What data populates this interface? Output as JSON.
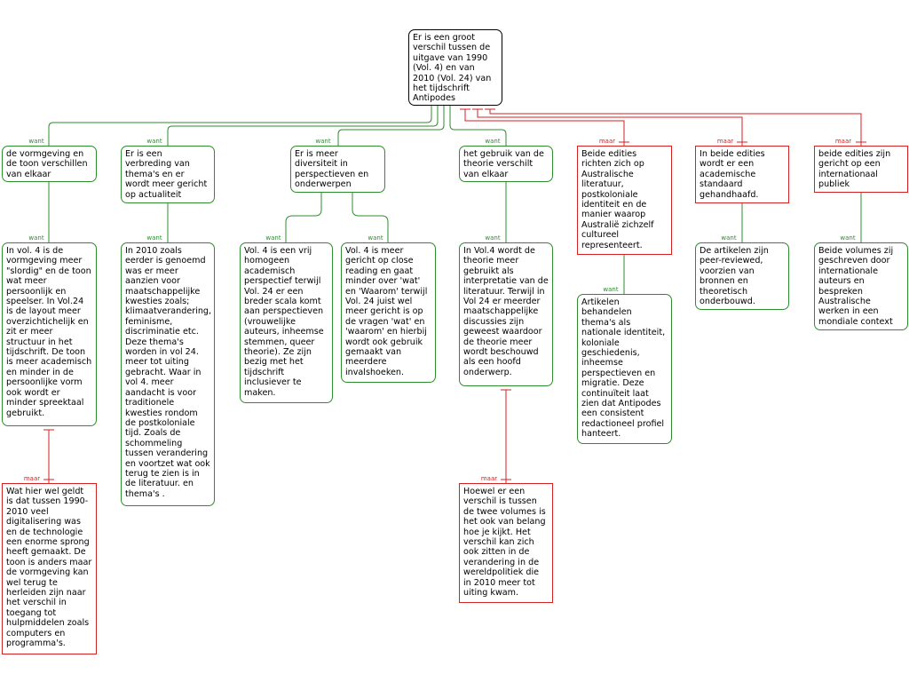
{
  "colors": {
    "pro": "#2e8b2e",
    "con": "#d42121",
    "root": "#000000"
  },
  "labels": {
    "pro": "want",
    "con": "maar"
  },
  "nodes": {
    "root": "Er is een groot verschil tussen de uitgave van 1990 (Vol. 4) en van 2010 (Vol. 24) van het tijdschrift Antipodes",
    "r1": "de vormgeving en de toon verschillen van elkaar",
    "r1a": "In vol. 4 is de vormgeving meer \"slordig\" en de toon wat meer persoonlijk en speelser. In Vol.24 is de layout meer overzichtichelijk en zit er meer structuur in het tijdschrift. De toon is meer academisch en minder in de persoonlijke vorm ook wordt er minder spreektaal gebruikt.",
    "r1a_obj": "Wat hier wel geldt is dat tussen 1990-2010 veel digitalisering was en de technologie een enorme sprong heeft gemaakt. De toon is anders maar de vormgeving kan wel terug te herleiden zijn naar het verschil in toegang tot hulpmiddelen zoals computers en programma's.",
    "r2": "Er is een verbreding van thema's en er wordt meer gericht op actualiteit",
    "r2a": "In 2010 zoals eerder is genoemd was er meer aanzien voor maatschappelijke kwesties zoals; klimaatverandering, feminisme, discriminatie etc. Deze thema's worden in vol 24. meer tot uiting gebracht. Waar in vol 4. meer aandacht is voor traditionele kwesties rondom de postkoloniale tijd. Zoals de schommeling tussen verandering en voortzet wat ook terug te zien is in de literatuur. en thema's .",
    "r3": "Er is meer diversiteit in perspectieven en onderwerpen",
    "r3a": "Vol. 4 is een vrij homogeen academisch perspectief terwijl Vol. 24 er een breder scala komt aan perspectieven (vrouwelijke auteurs, inheemse stemmen, queer theorie). Ze zijn bezig met het tijdschrift inclusiever te maken.",
    "r3b": "Vol. 4 is meer gericht op close reading en gaat minder over 'wat' en 'Waarom' terwijl Vol. 24 juist wel meer gericht is op de vragen 'wat' en 'waarom' en hierbij wordt ook gebruik gemaakt van meerdere invalshoeken.",
    "r4": "het gebruik van de theorie verschilt van elkaar",
    "r4a": "In Vol.4 wordt de theorie meer gebruikt als interpretatie van de literatuur. Terwijl in Vol 24 er meerder maatschappelijke discussies zijn geweest waardoor de theorie meer wordt beschouwd als een hoofd onderwerp.",
    "r4a_obj": "Hoewel er een verschil is tussen de twee volumes is het ook van belang hoe je kijkt. Het verschil kan zich ook zitten in de verandering in de wereldpolitiek die in 2010 meer tot uiting kwam.",
    "o1": "Beide edities richten zich op Australische literatuur, postkoloniale identiteit en de manier waarop Australië zichzelf cultureel representeert.",
    "o1a": "Artikelen behandelen thema's als nationale identiteit, koloniale geschiedenis, inheemse perspectieven en migratie. Deze continuïteit laat zien dat Antipodes een consistent redactioneel profiel hanteert.",
    "o2": "In beide edities wordt er een academische standaard gehandhaafd.",
    "o2a": "De artikelen zijn peer-reviewed, voorzien van bronnen en theoretisch onderbouwd.",
    "o3": "beide edities zijn gericht op een internationaal publiek",
    "o3a": "Beide volumes zij geschreven door internationale auteurs en bespreken Australische werken in een mondiale context"
  }
}
